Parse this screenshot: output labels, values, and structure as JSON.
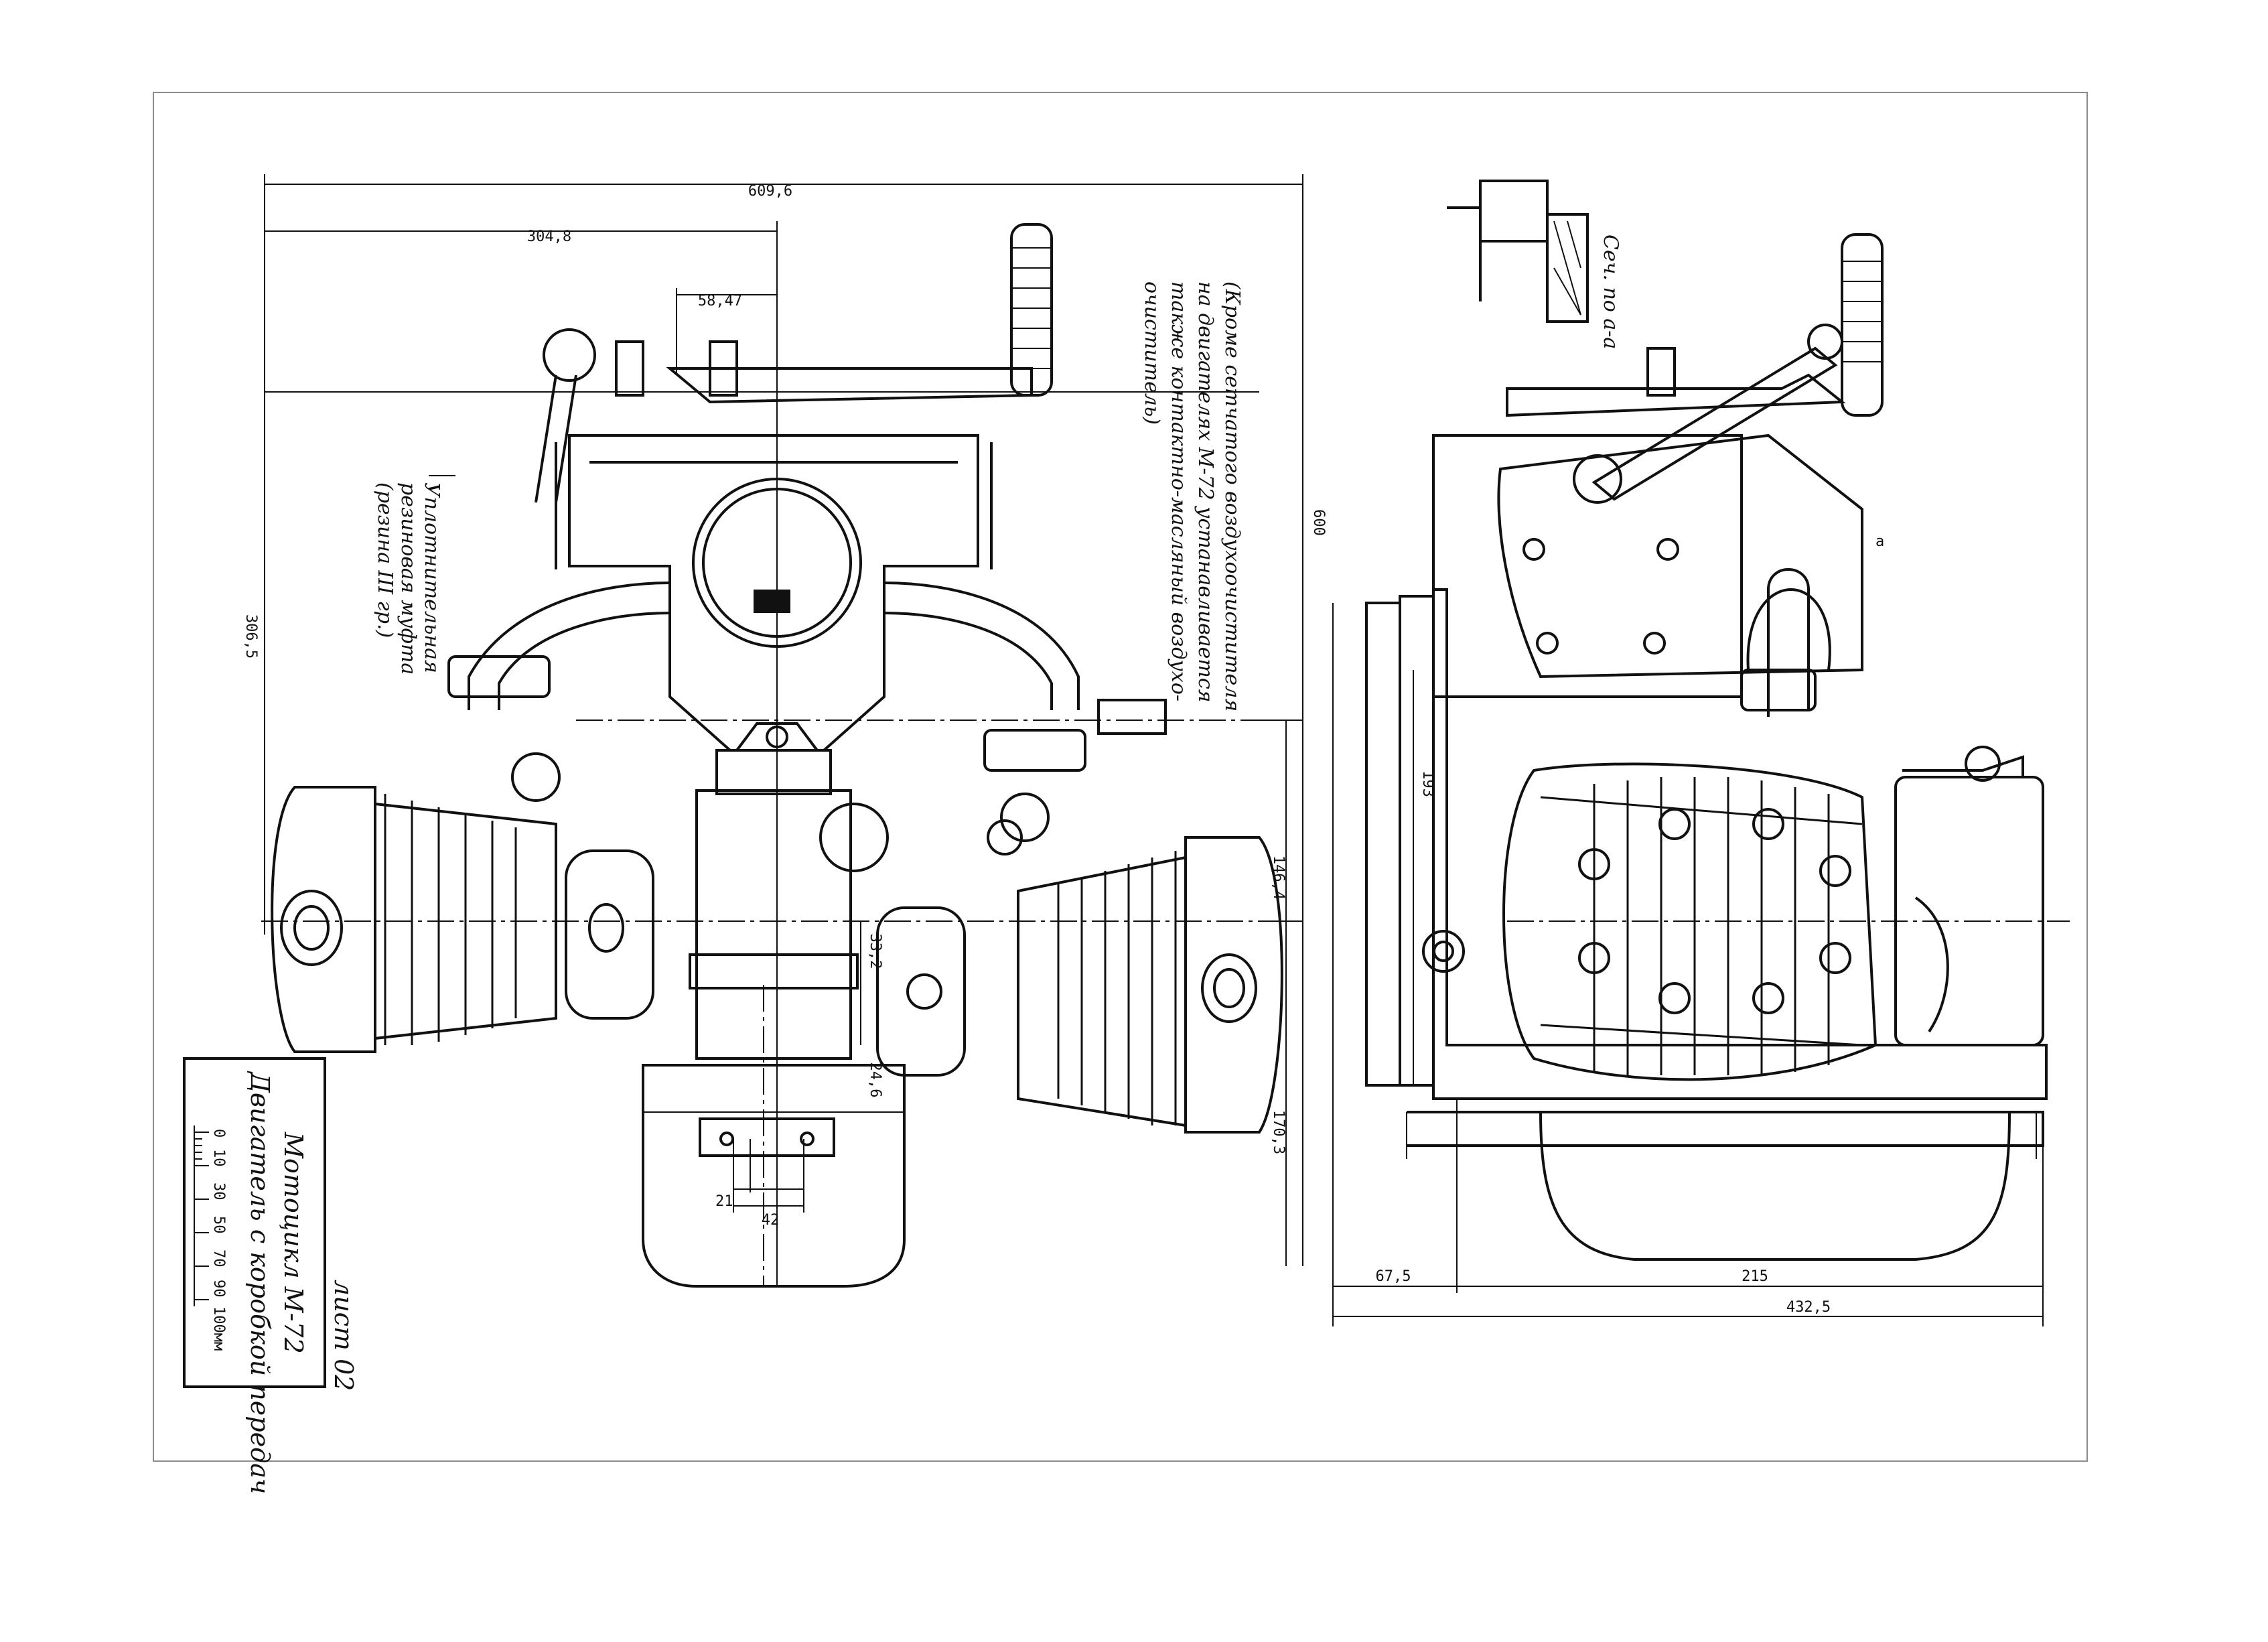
{
  "sheet": {
    "number_label": "лист 02",
    "title_line1": "Мотоцикл М-72",
    "title_line2": "Двигатель с коробкой передач",
    "scale_ticks": [
      "0",
      "10",
      "30",
      "50",
      "70",
      "90",
      "100мм"
    ]
  },
  "front_view": {
    "dimensions": {
      "overall_width": "609,6",
      "half_width": "304,8",
      "offset": "58,47",
      "total_height": "600",
      "vertical_left": "306,5",
      "upper_right": "146,4",
      "lower_right": "170,3",
      "small_a": "33,2",
      "small_b": "24,6",
      "bottom_small": "21",
      "bottom_large": "42"
    },
    "note_air_filter": [
      "(Кроме сетчатого воздухоочистителя",
      "на двигателях М-72 устанавливается",
      "также контактно-масляный воздухо-",
      "очиститель)"
    ],
    "note_adjusting": [
      "Уплотнительная",
      "резиновая муфта",
      "(резина III гр.)"
    ]
  },
  "side_view": {
    "dimensions": {
      "vertical": "193",
      "bottom_left": "67,5",
      "bottom_mid": "215",
      "bottom_total": "432,5"
    },
    "section_label": "Сеч. по а-а",
    "section_mark": "а"
  }
}
